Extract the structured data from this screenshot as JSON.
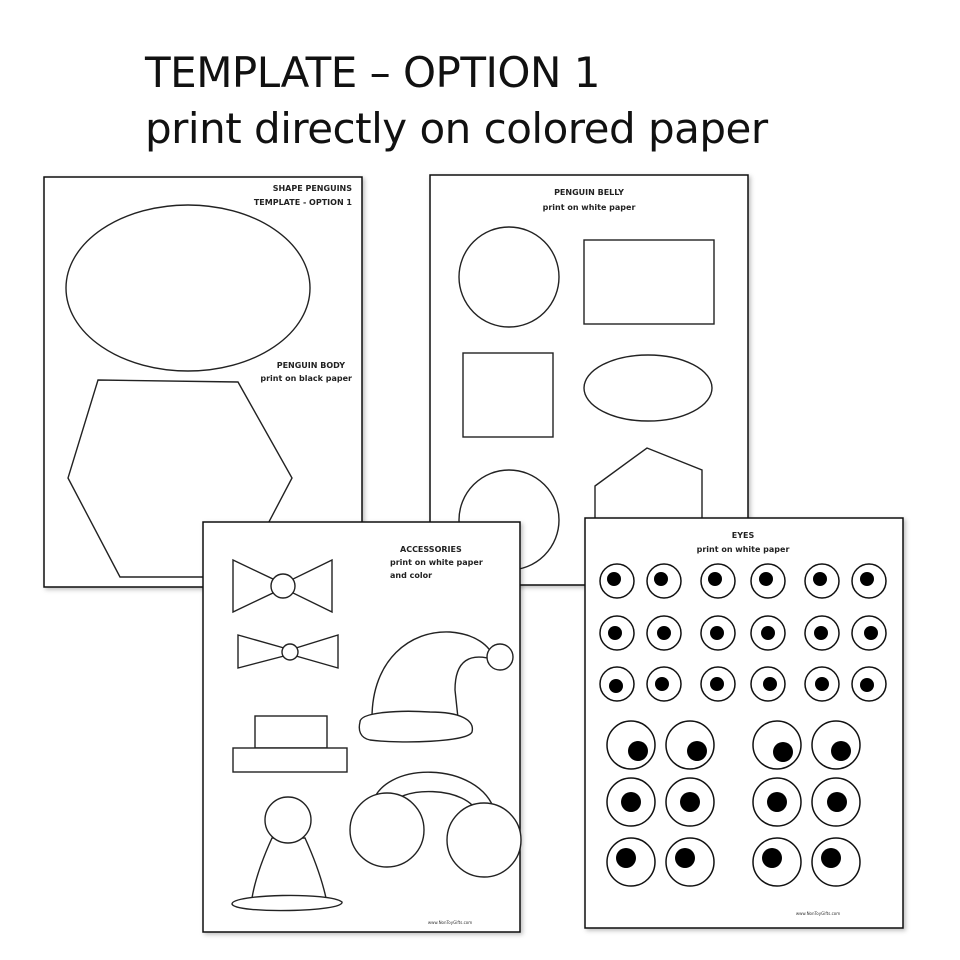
{
  "heading": {
    "line1": "TEMPLATE – OPTION 1",
    "line2": "print directly on colored paper"
  },
  "pages": {
    "body": {
      "title": "SHAPE PENGUINS",
      "subtitle": "TEMPLATE - OPTION 1",
      "label": "PENGUIN BODY",
      "note": "print on black paper"
    },
    "belly": {
      "title": "PENGUIN BELLY",
      "note": "print on white paper"
    },
    "accessories": {
      "title": "ACCESSORIES",
      "note1": "print on white paper",
      "note2": "and color",
      "footer": "www.NonToyGifts.com"
    },
    "eyes": {
      "title": "EYES",
      "note": "print on white paper",
      "footer": "www.NonToyGifts.com"
    }
  }
}
